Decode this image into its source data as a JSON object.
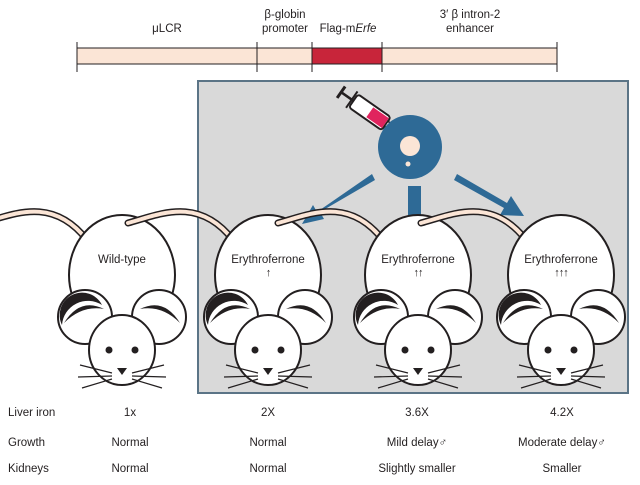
{
  "construct": {
    "segments": [
      {
        "label": "μLCR",
        "color": "#fbe5d6"
      },
      {
        "label_line1": "β-globin",
        "label_line2": "promoter",
        "color": "#fbe5d6"
      },
      {
        "label_prefix": "Flag-m",
        "label_italic": "Erfe",
        "color": "#c8253a"
      },
      {
        "label_line1": "3′ β intron-2",
        "label_line2": "enhancer",
        "color": "#fbe5d6"
      }
    ]
  },
  "mice": [
    {
      "label": "Wild-type",
      "arrows": ""
    },
    {
      "label": "Erythroferrone",
      "arrows": "↑"
    },
    {
      "label": "Erythroferrone",
      "arrows": "↑↑"
    },
    {
      "label": "Erythroferrone",
      "arrows": "↑↑↑"
    }
  ],
  "table": {
    "rows": [
      {
        "label": "Liver iron",
        "values": [
          "1x",
          "2X",
          "3.6X",
          "4.2X"
        ]
      },
      {
        "label": "Growth",
        "values": [
          "Normal",
          "Normal",
          "Mild delay♂",
          "Moderate delay♂"
        ]
      },
      {
        "label": "Kidneys",
        "values": [
          "Normal",
          "Normal",
          "Slightly smaller",
          "Smaller"
        ]
      }
    ]
  },
  "colors": {
    "panel": "#d9d9d9",
    "panel_border": "#5b7486",
    "arrow": "#2e6a96",
    "egg": "#2e6a96",
    "syringe_fluid": "#e0245e",
    "construct_light": "#fbe5d6",
    "construct_red": "#c8253a"
  },
  "icons": [
    "syringe-icon",
    "fertilized-egg-icon",
    "mouse-icon",
    "male-symbol-icon"
  ]
}
